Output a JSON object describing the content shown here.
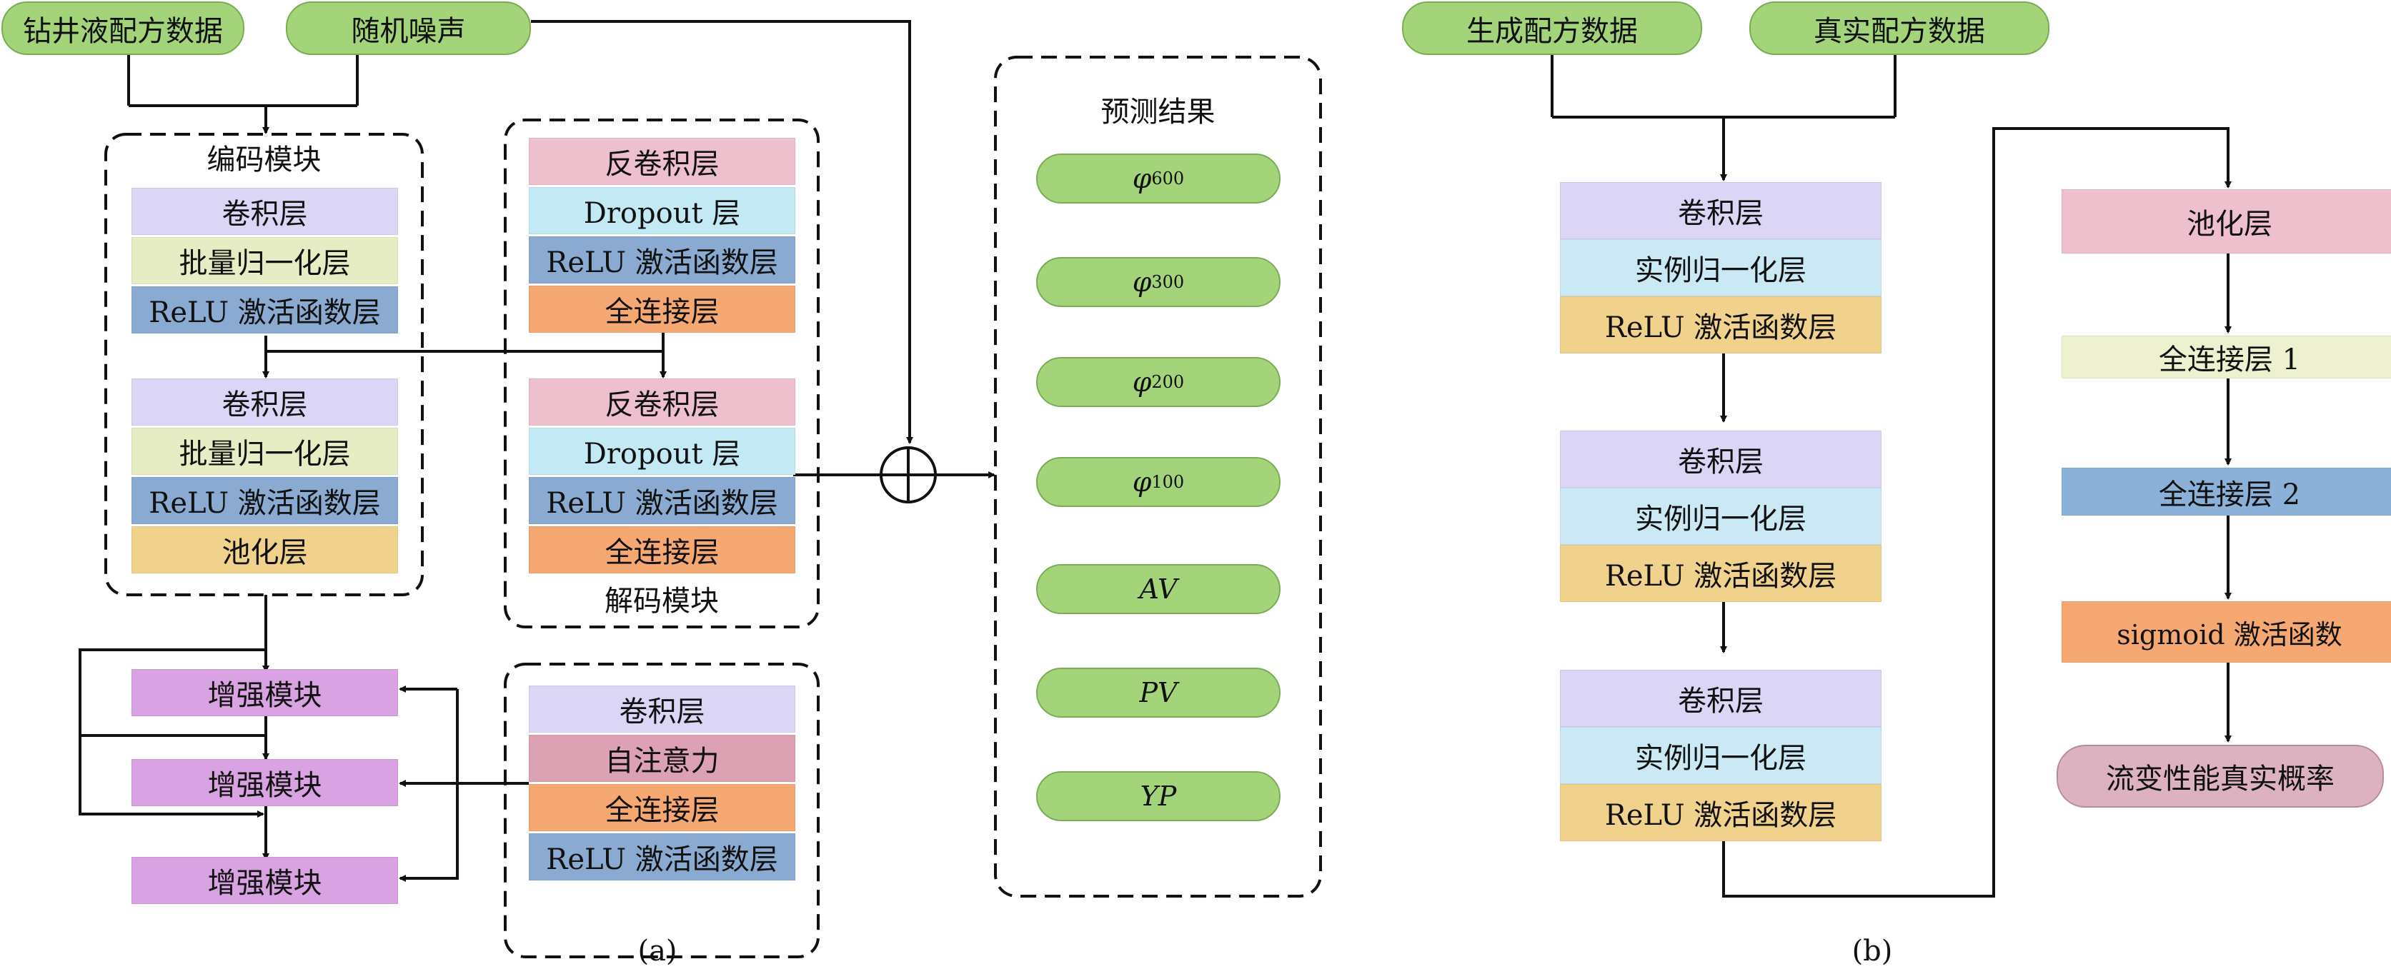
{
  "panel_a": {
    "inputs": {
      "formula_data": "钻井液配方数据",
      "random_noise": "随机噪声"
    },
    "encoder": {
      "title": "编码模块",
      "layers": [
        "卷积层",
        "批量归一化层",
        "ReLU 激活函数层",
        "卷积层",
        "批量归一化层",
        "ReLU 激活函数层",
        "池化层"
      ]
    },
    "decoder": {
      "title": "解码模块",
      "layers": [
        "反卷积层",
        "Dropout 层",
        "ReLU 激活函数层",
        "全连接层",
        "反卷积层",
        "Dropout 层",
        "ReLU 激活函数层",
        "全连接层"
      ]
    },
    "enhance_blocks": [
      "增强模块",
      "增强模块",
      "增强模块"
    ],
    "attention_group": [
      "卷积层",
      "自注意力",
      "全连接层",
      "ReLU 激活函数层"
    ],
    "prediction": {
      "title": "预测结果",
      "items": [
        {
          "symbol": "φ",
          "sub": "600"
        },
        {
          "symbol": "φ",
          "sub": "300"
        },
        {
          "symbol": "φ",
          "sub": "200"
        },
        {
          "symbol": "φ",
          "sub": "100"
        },
        {
          "symbol": "AV",
          "sub": ""
        },
        {
          "symbol": "PV",
          "sub": ""
        },
        {
          "symbol": "YP",
          "sub": ""
        }
      ]
    },
    "caption": "(a)"
  },
  "panel_b": {
    "inputs": {
      "generated": "生成配方数据",
      "real": "真实配方数据"
    },
    "conv_groups": [
      [
        "卷积层",
        "实例归一化层",
        "ReLU 激活函数层"
      ],
      [
        "卷积层",
        "实例归一化层",
        "ReLU 激活函数层"
      ],
      [
        "卷积层",
        "实例归一化层",
        "ReLU 激活函数层"
      ]
    ],
    "right_chain": [
      "池化层",
      "全连接层 1",
      "全连接层 2",
      "sigmoid 激活函数"
    ],
    "output": "流变性能真实概率",
    "caption": "(b)"
  }
}
